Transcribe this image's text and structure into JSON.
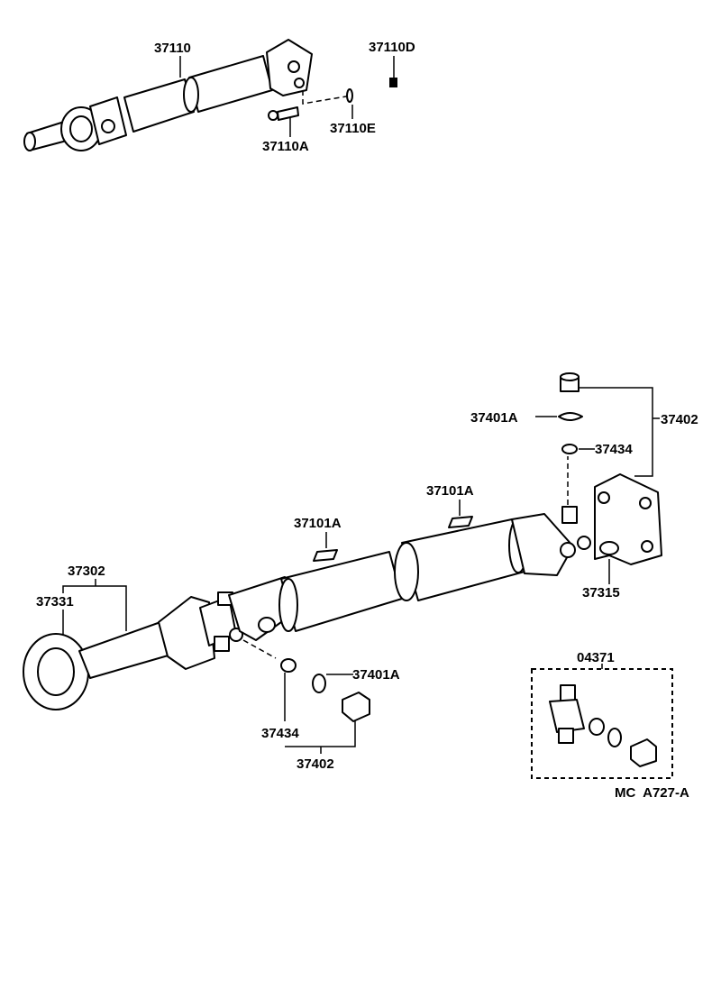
{
  "labels": {
    "top_shaft": "37110",
    "top_nut": "37110D",
    "top_washer": "37110E",
    "top_bolt": "37110A",
    "bearing_kit_right": "37402",
    "snap_ring_right": "37401A",
    "spider_bearing_right": "37434",
    "shim_center": "37101A",
    "shim_left": "37101A",
    "shaft_assy": "37302",
    "dust_deflector": "37331",
    "yoke_flange": "37315",
    "snap_ring_left": "37401A",
    "spider_bearing_left": "37434",
    "bearing_kit_left": "37402",
    "spider_kit": "04371",
    "figure_code": "MC  A727-A"
  }
}
